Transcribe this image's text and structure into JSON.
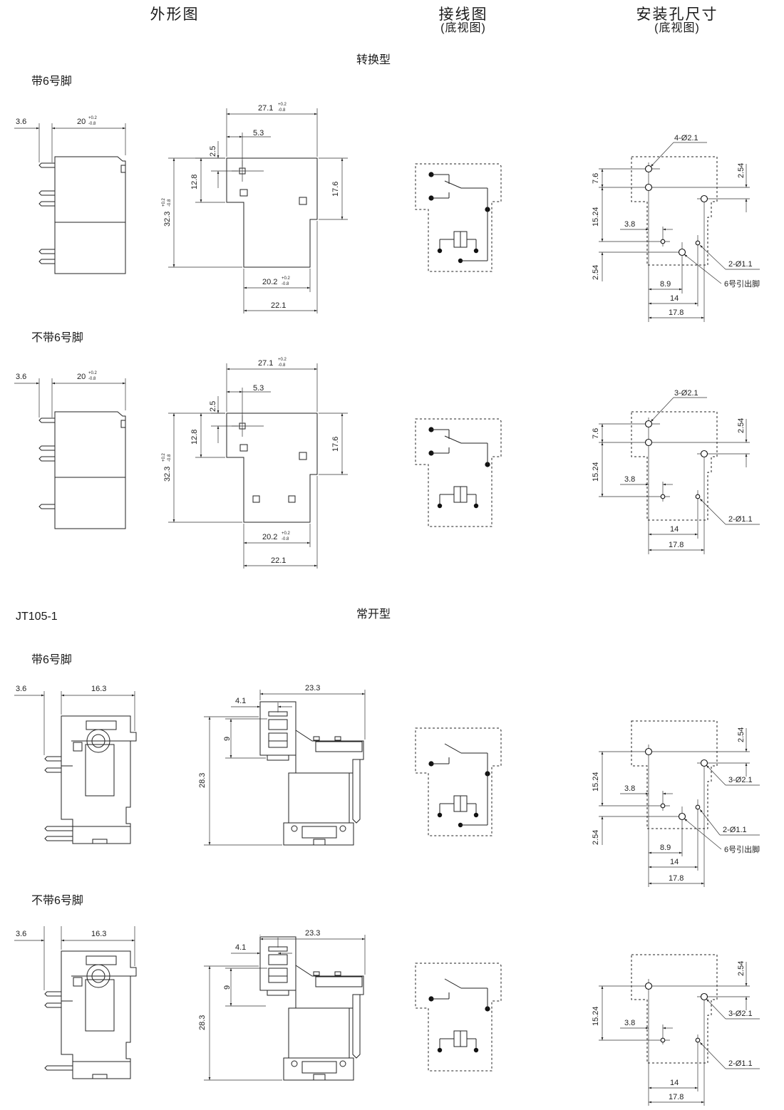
{
  "headers": {
    "outline": "外形图",
    "wiring": "接线图",
    "wiring_sub": "(底视图)",
    "mounting": "安装孔尺寸",
    "mounting_sub": "(底视图)"
  },
  "sections": {
    "changeover": "转换型",
    "normally_open": "常开型"
  },
  "model": "JT105-1",
  "variants": {
    "with_pin6": "带6号脚",
    "without_pin6": "不带6号脚"
  },
  "dims": {
    "d3_6": "3.6",
    "d20": "20",
    "d20_tol_up": "+0.2",
    "d20_tol_dn": "-0.8",
    "d27_1": "27.1",
    "d27_1_tol_up": "+0.2",
    "d27_1_tol_dn": "-0.8",
    "d5_3": "5.3",
    "d2_5": "2.5",
    "d12_8": "12.8",
    "d17_6": "17.6",
    "d32_3": "32.3",
    "d32_3_tol_up": "+0.2",
    "d32_3_tol_dn": "-0.8",
    "d20_2": "20.2",
    "d20_2_tol_up": "+0.2",
    "d20_2_tol_dn": "-0.8",
    "d22_1": "22.1",
    "d16_3": "16.3",
    "d23_3": "23.3",
    "d4_1": "4.1",
    "d9": "9",
    "d28_3": "28.3",
    "d7_6": "7.6",
    "d2_54": "2.54",
    "d15_24": "15.24",
    "d3_8": "3.8",
    "d8_9": "8.9",
    "d14": "14",
    "d17_8": "17.8",
    "holes_4_21": "4-Ø2.1",
    "holes_3_21": "3-Ø2.1",
    "holes_2_11": "2-Ø1.1",
    "pin6_note": "6号引出脚"
  }
}
